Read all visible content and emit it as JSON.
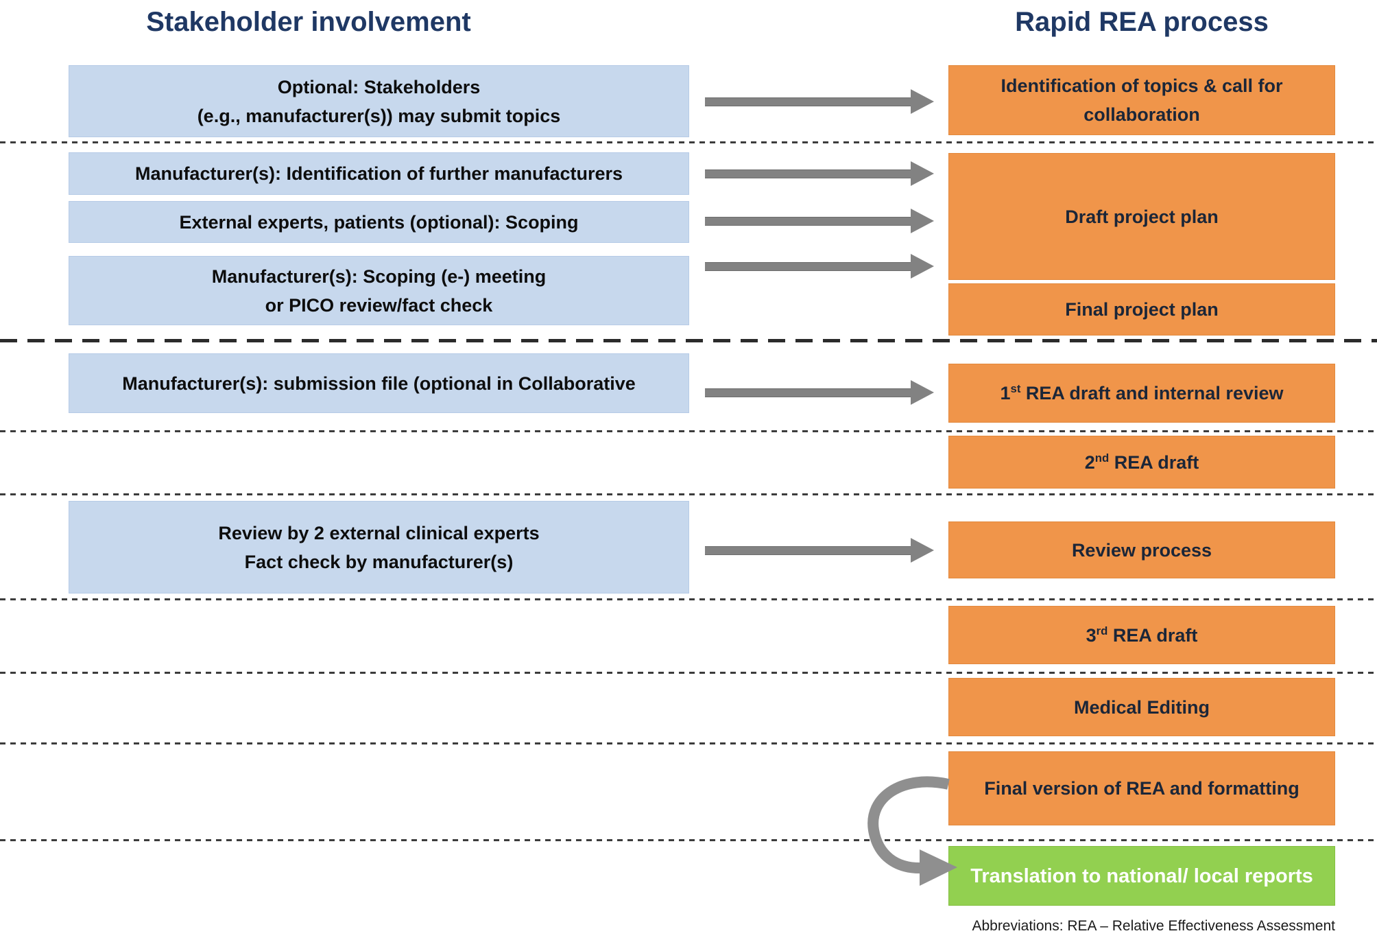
{
  "titles": {
    "left": "Stakeholder involvement",
    "right": "Rapid REA process"
  },
  "stakeholder_boxes": [
    {
      "lines": [
        "Optional: Stakeholders",
        "(e.g., manufacturer(s)) may submit topics"
      ]
    },
    {
      "lines": [
        "Manufacturer(s): Identification of further manufacturers"
      ]
    },
    {
      "lines": [
        "External experts, patients (optional): Scoping"
      ]
    },
    {
      "lines": [
        "Manufacturer(s): Scoping (e-) meeting",
        "or PICO review/fact check"
      ]
    },
    {
      "lines": [
        "Manufacturer(s): submission file (optional in Collaborative"
      ]
    },
    {
      "lines": [
        "Review by 2 external clinical experts",
        "Fact check by manufacturer(s)"
      ]
    }
  ],
  "process_boxes": [
    {
      "lines": [
        "Identification of topics & call for",
        "collaboration"
      ]
    },
    {
      "lines": [
        "Draft project plan"
      ]
    },
    {
      "lines": [
        "Final project plan"
      ]
    },
    {
      "prefix": "1",
      "superscript": "st",
      "suffix": " REA draft and internal review"
    },
    {
      "prefix": "2",
      "superscript": "nd",
      "suffix": " REA draft"
    },
    {
      "lines": [
        "Review process"
      ]
    },
    {
      "prefix": "3",
      "superscript": "rd",
      "suffix": " REA draft"
    },
    {
      "lines": [
        "Medical Editing"
      ]
    },
    {
      "lines": [
        "Final version of REA and formatting"
      ]
    }
  ],
  "translation_box": {
    "label": "Translation to national/ local reports"
  },
  "footnote": "Abbreviations: REA – Relative Effectiveness Assessment",
  "icons": {
    "flow_arrow": "right-arrow",
    "curved_arrow": "curved-down-right-arrow"
  },
  "colors": {
    "title": "#1f3864",
    "blue_box": "#c7d8ed",
    "orange_box": "#f0954a",
    "green_box": "#92d050",
    "arrow": "#828282"
  }
}
